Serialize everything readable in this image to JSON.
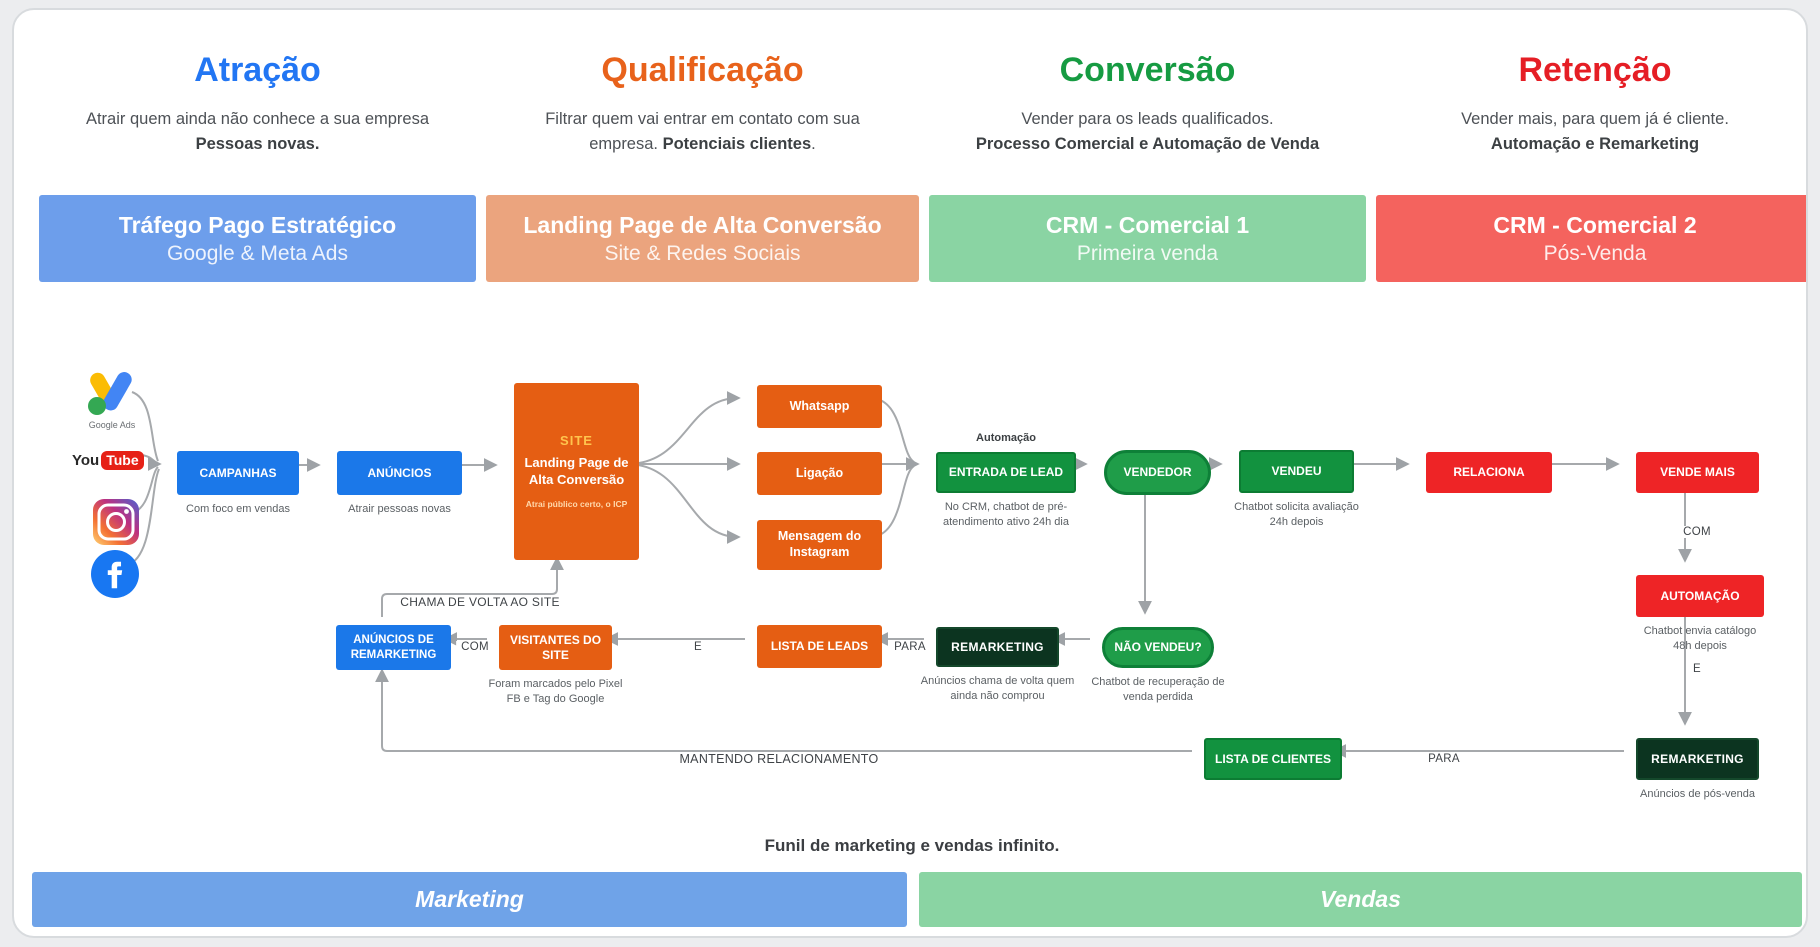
{
  "colors": {
    "page_bg": "#ecedef",
    "card_bg": "#ffffff",
    "atracao_accent": "#2276f3",
    "qualificacao_accent": "#e8621b",
    "conversao_accent": "#169b42",
    "retencao_accent": "#e51e25",
    "banner_blue": "#6d9eeb",
    "banner_salmon": "#eba47e",
    "banner_green": "#8ad4a3",
    "banner_red": "#f4635e",
    "node_blue": "#1b78e9",
    "node_orange": "#e55e13",
    "node_green": "#12923f",
    "node_dark_green": "#0c3420",
    "node_red": "#ee2426",
    "wire_gray": "#a6a9ac"
  },
  "columns": [
    {
      "title": "Atração",
      "desc": "Atrair quem ainda não conhece a sua empresa",
      "desc_bold": "Pessoas novas.",
      "desc_suffix": "",
      "banner": {
        "title": "Tráfego Pago Estratégico",
        "subtitle": "Google & Meta Ads"
      }
    },
    {
      "title": "Qualificação",
      "desc": "Filtrar quem vai entrar em contato com sua empresa.",
      "desc_bold": "Potenciais clientes",
      "desc_suffix": ".",
      "banner": {
        "title": "Landing Page de Alta Conversão",
        "subtitle": "Site & Redes Sociais"
      }
    },
    {
      "title": "Conversão",
      "desc": "Vender para os leads qualificados.",
      "desc_bold": "Processo Comercial e Automação de Venda",
      "desc_suffix": "",
      "banner": {
        "title": "CRM - Comercial 1",
        "subtitle": "Primeira venda"
      }
    },
    {
      "title": "Retenção",
      "desc": "Vender mais, para quem já é cliente.",
      "desc_bold": "Automação e Remarketing",
      "desc_suffix": "",
      "banner": {
        "title": "CRM - Comercial 2",
        "subtitle": "Pós-Venda"
      }
    }
  ],
  "sources": {
    "google_ads_caption": "Google Ads",
    "youtube_word1": "You",
    "youtube_word2": "Tube"
  },
  "flow": {
    "nodes": {
      "campanhas": {
        "label": "CAMPANHAS",
        "caption": "Com foco em vendas"
      },
      "anuncios": {
        "label": "ANÚNCIOS",
        "caption": "Atrair pessoas novas"
      },
      "site": {
        "heading": "SITE",
        "label": "Landing Page de Alta Conversão",
        "caption": "Atrai público certo, o ICP"
      },
      "whatsapp": {
        "label": "Whatsapp"
      },
      "ligacao": {
        "label": "Ligação"
      },
      "mensagem": {
        "label": "Mensagem do Instagram"
      },
      "entrada": {
        "label": "ENTRADA DE LEAD",
        "caption": "No CRM, chatbot de pré-atendimento ativo 24h dia"
      },
      "vendedor": {
        "label": "VENDEDOR"
      },
      "vendeu": {
        "label": "VENDEU",
        "caption": "Chatbot solicita avaliação 24h depois"
      },
      "relaciona": {
        "label": "RELACIONA"
      },
      "vende_mais": {
        "label": "VENDE MAIS"
      },
      "automacao": {
        "label": "AUTOMAÇÃO",
        "caption": "Chatbot envia catálogo 48h depois"
      },
      "remarketing_pos": {
        "label": "REMARKETING",
        "caption": "Anúncios de pós-venda"
      },
      "nao_vendeu": {
        "label": "NÃO VENDEU?",
        "caption": "Chatbot de recuperação de venda perdida"
      },
      "remarketing_volta": {
        "label": "REMARKETING",
        "caption": "Anúncios chama de volta quem ainda não comprou"
      },
      "lista_leads": {
        "label": "LISTA DE LEADS"
      },
      "visitantes": {
        "label": "VISITANTES DO SITE",
        "caption": "Foram marcados pelo Pixel FB e Tag do Google"
      },
      "anuncios_remarketing": {
        "label": "ANÚNCIOS DE REMARKETING"
      },
      "lista_clientes": {
        "label": "LISTA DE CLIENTES"
      }
    },
    "edge_labels": {
      "automacao": "Automação",
      "com_1": "COM",
      "e_1": "E",
      "para_1": "PARA",
      "mantendo": "MANTENDO RELACIONAMENTO",
      "para_2": "PARA",
      "e_2": "E",
      "com_2": "COM",
      "chama_de_volta": "CHAMA DE VOLTA AO SITE"
    }
  },
  "footer": {
    "funnel_caption": "Funil de marketing e vendas infinito.",
    "marketing_bar": "Marketing",
    "vendas_bar": "Vendas"
  }
}
